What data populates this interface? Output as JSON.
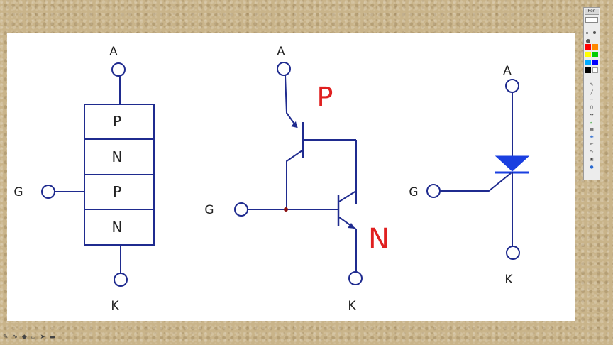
{
  "pnpn_block": {
    "layers": [
      "P",
      "N",
      "P",
      "N"
    ],
    "anode_label": "A",
    "gate_label": "G",
    "cathode_label": "K"
  },
  "two_transistor_model": {
    "anode_label": "A",
    "gate_label": "G",
    "cathode_label": "K",
    "annotation_upper": "P",
    "annotation_lower": "N"
  },
  "scr_symbol": {
    "anode_label": "A",
    "gate_label": "G",
    "cathode_label": "K"
  },
  "colors": {
    "wire": "#1f2b8f",
    "block_outline": "#1f2b8f",
    "diode_fill": "#1a3fe0",
    "annotation": "#e02020",
    "background": "#c9b48a"
  },
  "toolbar": {
    "title": "Pen",
    "swatches": [
      "#ff0000",
      "#ff8800",
      "#ffff00",
      "#00cc00",
      "#00aaff",
      "#0000ff",
      "#000000",
      "#ffffff"
    ]
  },
  "statusbar": {
    "icons": [
      "pen-icon",
      "curve-icon",
      "shape-icon",
      "eraser-icon",
      "pointer-icon",
      "screen-icon"
    ]
  }
}
